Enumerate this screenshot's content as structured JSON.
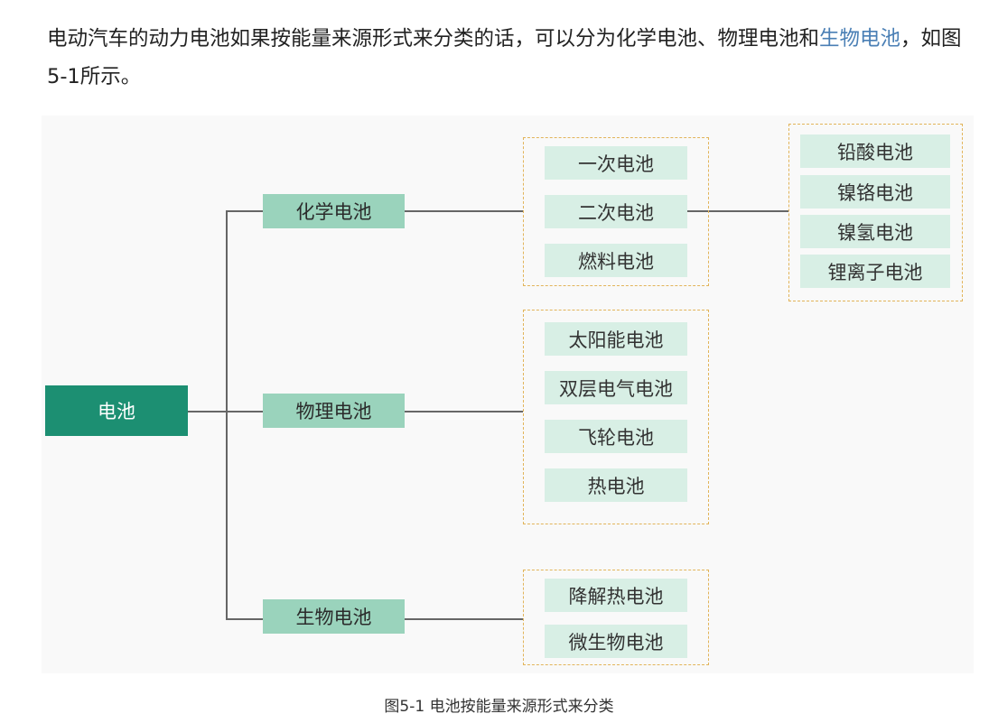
{
  "intro": {
    "text_before": "电动汽车的动力电池如果按能量来源形式来分类的话，可以分为化学电池、物理电池和",
    "link_text": "生物电池",
    "text_after": "，如图5-1所示。"
  },
  "diagram": {
    "root": "电池",
    "categories": {
      "chemical": "化学电池",
      "physical": "物理电池",
      "biological": "生物电池"
    },
    "chemical_types": [
      "一次电池",
      "二次电池",
      "燃料电池"
    ],
    "secondary_types": [
      "铅酸电池",
      "镍铬电池",
      "镍氢电池",
      "锂离子电池"
    ],
    "physical_types": [
      "太阳能电池",
      "双层电气电池",
      "飞轮电池",
      "热电池"
    ],
    "biological_types": [
      "降解热电池",
      "微生物电池"
    ]
  },
  "caption": "图5-1 电池按能量来源形式来分类",
  "colors": {
    "root": "#1c8f72",
    "category": "#9ad3bc",
    "leaf": "#d8efe5",
    "dashed_border": "#e2b45a",
    "link": "#4a7fb5"
  }
}
